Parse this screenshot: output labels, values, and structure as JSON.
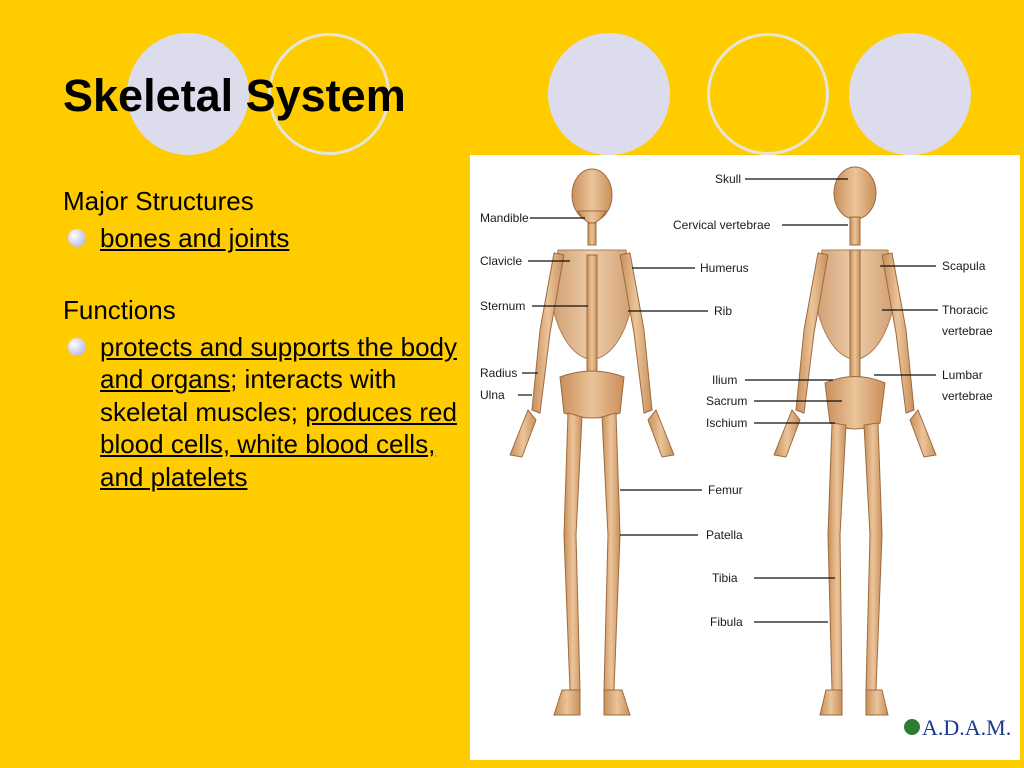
{
  "slide": {
    "title": "Skeletal System",
    "sections": [
      {
        "heading": "Major Structures",
        "bullets": [
          {
            "parts": [
              {
                "text": "bones and joints",
                "underline": true
              }
            ]
          }
        ]
      },
      {
        "heading": "Functions",
        "bullets": [
          {
            "parts": [
              {
                "text": "protects and supports the body and organs",
                "underline": true
              },
              {
                "text": "; interacts with skeletal muscles; ",
                "underline": false
              },
              {
                "text": "produces red blood cells, white blood cells, and platelets",
                "underline": true
              }
            ]
          }
        ]
      }
    ]
  },
  "figure": {
    "labels": {
      "skull": "Skull",
      "mandible": "Mandible",
      "cervical_vertebrae": "Cervical vertebrae",
      "clavicle": "Clavicle",
      "humerus": "Humerus",
      "scapula": "Scapula",
      "sternum": "Sternum",
      "rib": "Rib",
      "thoracic_vertebrae_1": "Thoracic",
      "thoracic_vertebrae_2": "vertebrae",
      "radius": "Radius",
      "ulna": "Ulna",
      "ilium": "Ilium",
      "lumbar_vertebrae_1": "Lumbar",
      "lumbar_vertebrae_2": "vertebrae",
      "sacrum": "Sacrum",
      "ischium": "Ischium",
      "femur": "Femur",
      "patella": "Patella",
      "tibia": "Tibia",
      "fibula": "Fibula"
    },
    "logo_text": "A.D.A.M."
  },
  "colors": {
    "background": "#FFCC00",
    "circle_fill": "#DCDCEC",
    "circle_ring": "#E8E4D8",
    "bone": "#D9A877"
  }
}
